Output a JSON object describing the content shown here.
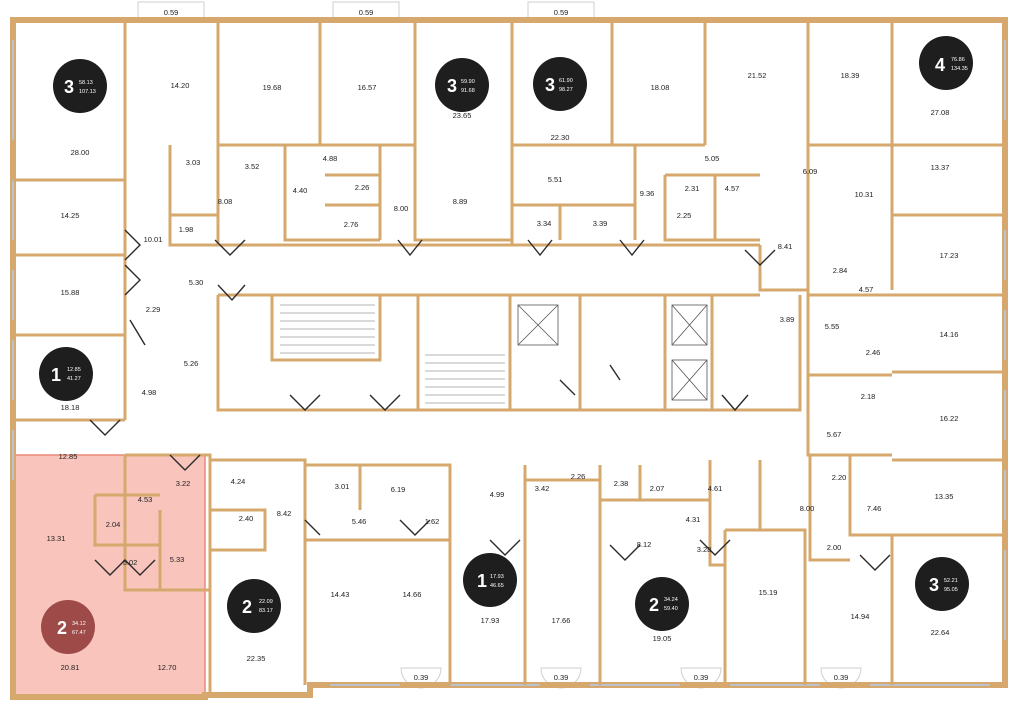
{
  "balconies_top": [
    "0.59",
    "0.59",
    "0.59"
  ],
  "balconies_bottom": [
    "0.39",
    "0.39",
    "0.39",
    "0.39"
  ],
  "units": [
    {
      "rooms": "3",
      "area_living": "58.13",
      "area_total": "107.13"
    },
    {
      "rooms": "3",
      "area_living": "59.90",
      "area_total": "91.68"
    },
    {
      "rooms": "3",
      "area_living": "61.90",
      "area_total": "98.27"
    },
    {
      "rooms": "4",
      "area_living": "76.86",
      "area_total": "134.35"
    },
    {
      "rooms": "1",
      "area_living": "12.85",
      "area_total": "41.27"
    },
    {
      "rooms": "2",
      "area_living": "34.12",
      "area_total": "67.47"
    },
    {
      "rooms": "2",
      "area_living": "22.09",
      "area_total": "83.17"
    },
    {
      "rooms": "1",
      "area_living": "17.93",
      "area_total": "46.65"
    },
    {
      "rooms": "2",
      "area_living": "34.24",
      "area_total": "59.40"
    },
    {
      "rooms": "3",
      "area_living": "52.21",
      "area_total": "95.05"
    }
  ],
  "room_areas": [
    "28.00",
    "14.20",
    "19.68",
    "16.57",
    "23.65",
    "22.30",
    "18.08",
    "21.52",
    "18.39",
    "27.08",
    "13.37",
    "3.03",
    "3.52",
    "4.88",
    "2.26",
    "4.40",
    "8.08",
    "8.00",
    "8.89",
    "5.51",
    "9.36",
    "5.05",
    "2.31",
    "4.57",
    "6.09",
    "10.31",
    "14.25",
    "10.01",
    "1.98",
    "2.76",
    "3.34",
    "3.39",
    "2.25",
    "17.23",
    "8.41",
    "2.84",
    "15.88",
    "5.30",
    "2.29",
    "4.57",
    "3.89",
    "5.55",
    "14.16",
    "2.46",
    "18.18",
    "5.26",
    "4.98",
    "16.22",
    "2.18",
    "5.67",
    "12.85",
    "4.24",
    "3.01",
    "6.19",
    "4.99",
    "3.42",
    "2.26",
    "2.38",
    "2.07",
    "4.61",
    "2.20",
    "13.35",
    "13.31",
    "4.53",
    "3.22",
    "2.04",
    "2.40",
    "8.42",
    "5.46",
    "1.62",
    "4.31",
    "8.12",
    "8.00",
    "7.46",
    "5.02",
    "5.33",
    "3.28",
    "2.00",
    "14.43",
    "14.66",
    "17.93",
    "17.66",
    "15.19",
    "14.94",
    "22.64",
    "20.81",
    "12.70",
    "22.35",
    "19.05"
  ]
}
